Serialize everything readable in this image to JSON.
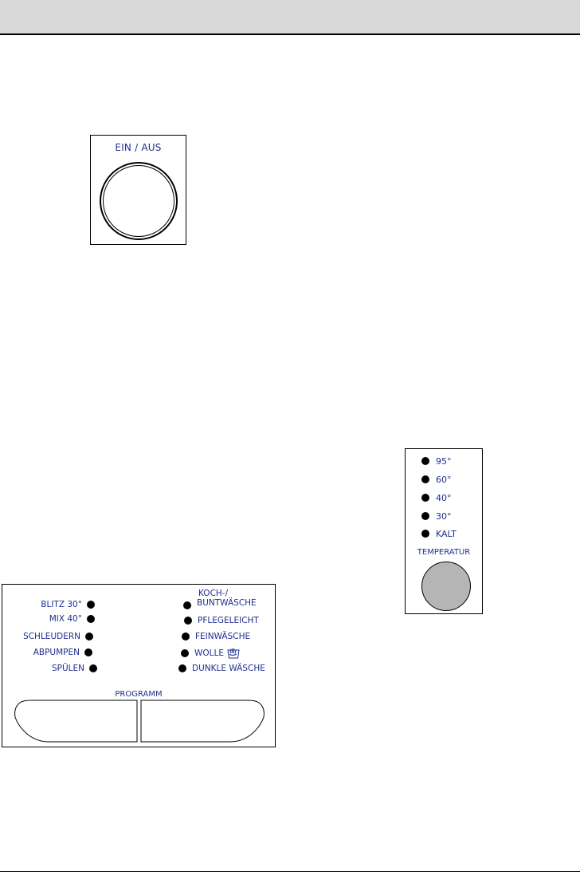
{
  "colors": {
    "label_text": "#1f2f8f",
    "knob_fill": "#b5b5b5",
    "header_fill": "#d9d9d9"
  },
  "power_panel": {
    "label": "EIN / AUS"
  },
  "temperature_panel": {
    "options": [
      "95°",
      "60°",
      "40°",
      "30°",
      "KALT"
    ],
    "label": "TEMPERATUR"
  },
  "program_panel": {
    "left_options": [
      "BLITZ 30°",
      "MIX 40°",
      "SCHLEUDERN",
      "ABPUMPEN",
      "SPÜLEN"
    ],
    "right_options": {
      "koch_line1": "KOCH-/",
      "koch_line2": "BUNTWÄSCHE",
      "pflege": "PFLEGELEICHT",
      "fein": "FEINWÄSCHE",
      "wolle": "WOLLE",
      "dunkle": "DUNKLE WÄSCHE"
    },
    "wool_symbol": "hand-wash-icon",
    "label": "PROGRAMM"
  }
}
